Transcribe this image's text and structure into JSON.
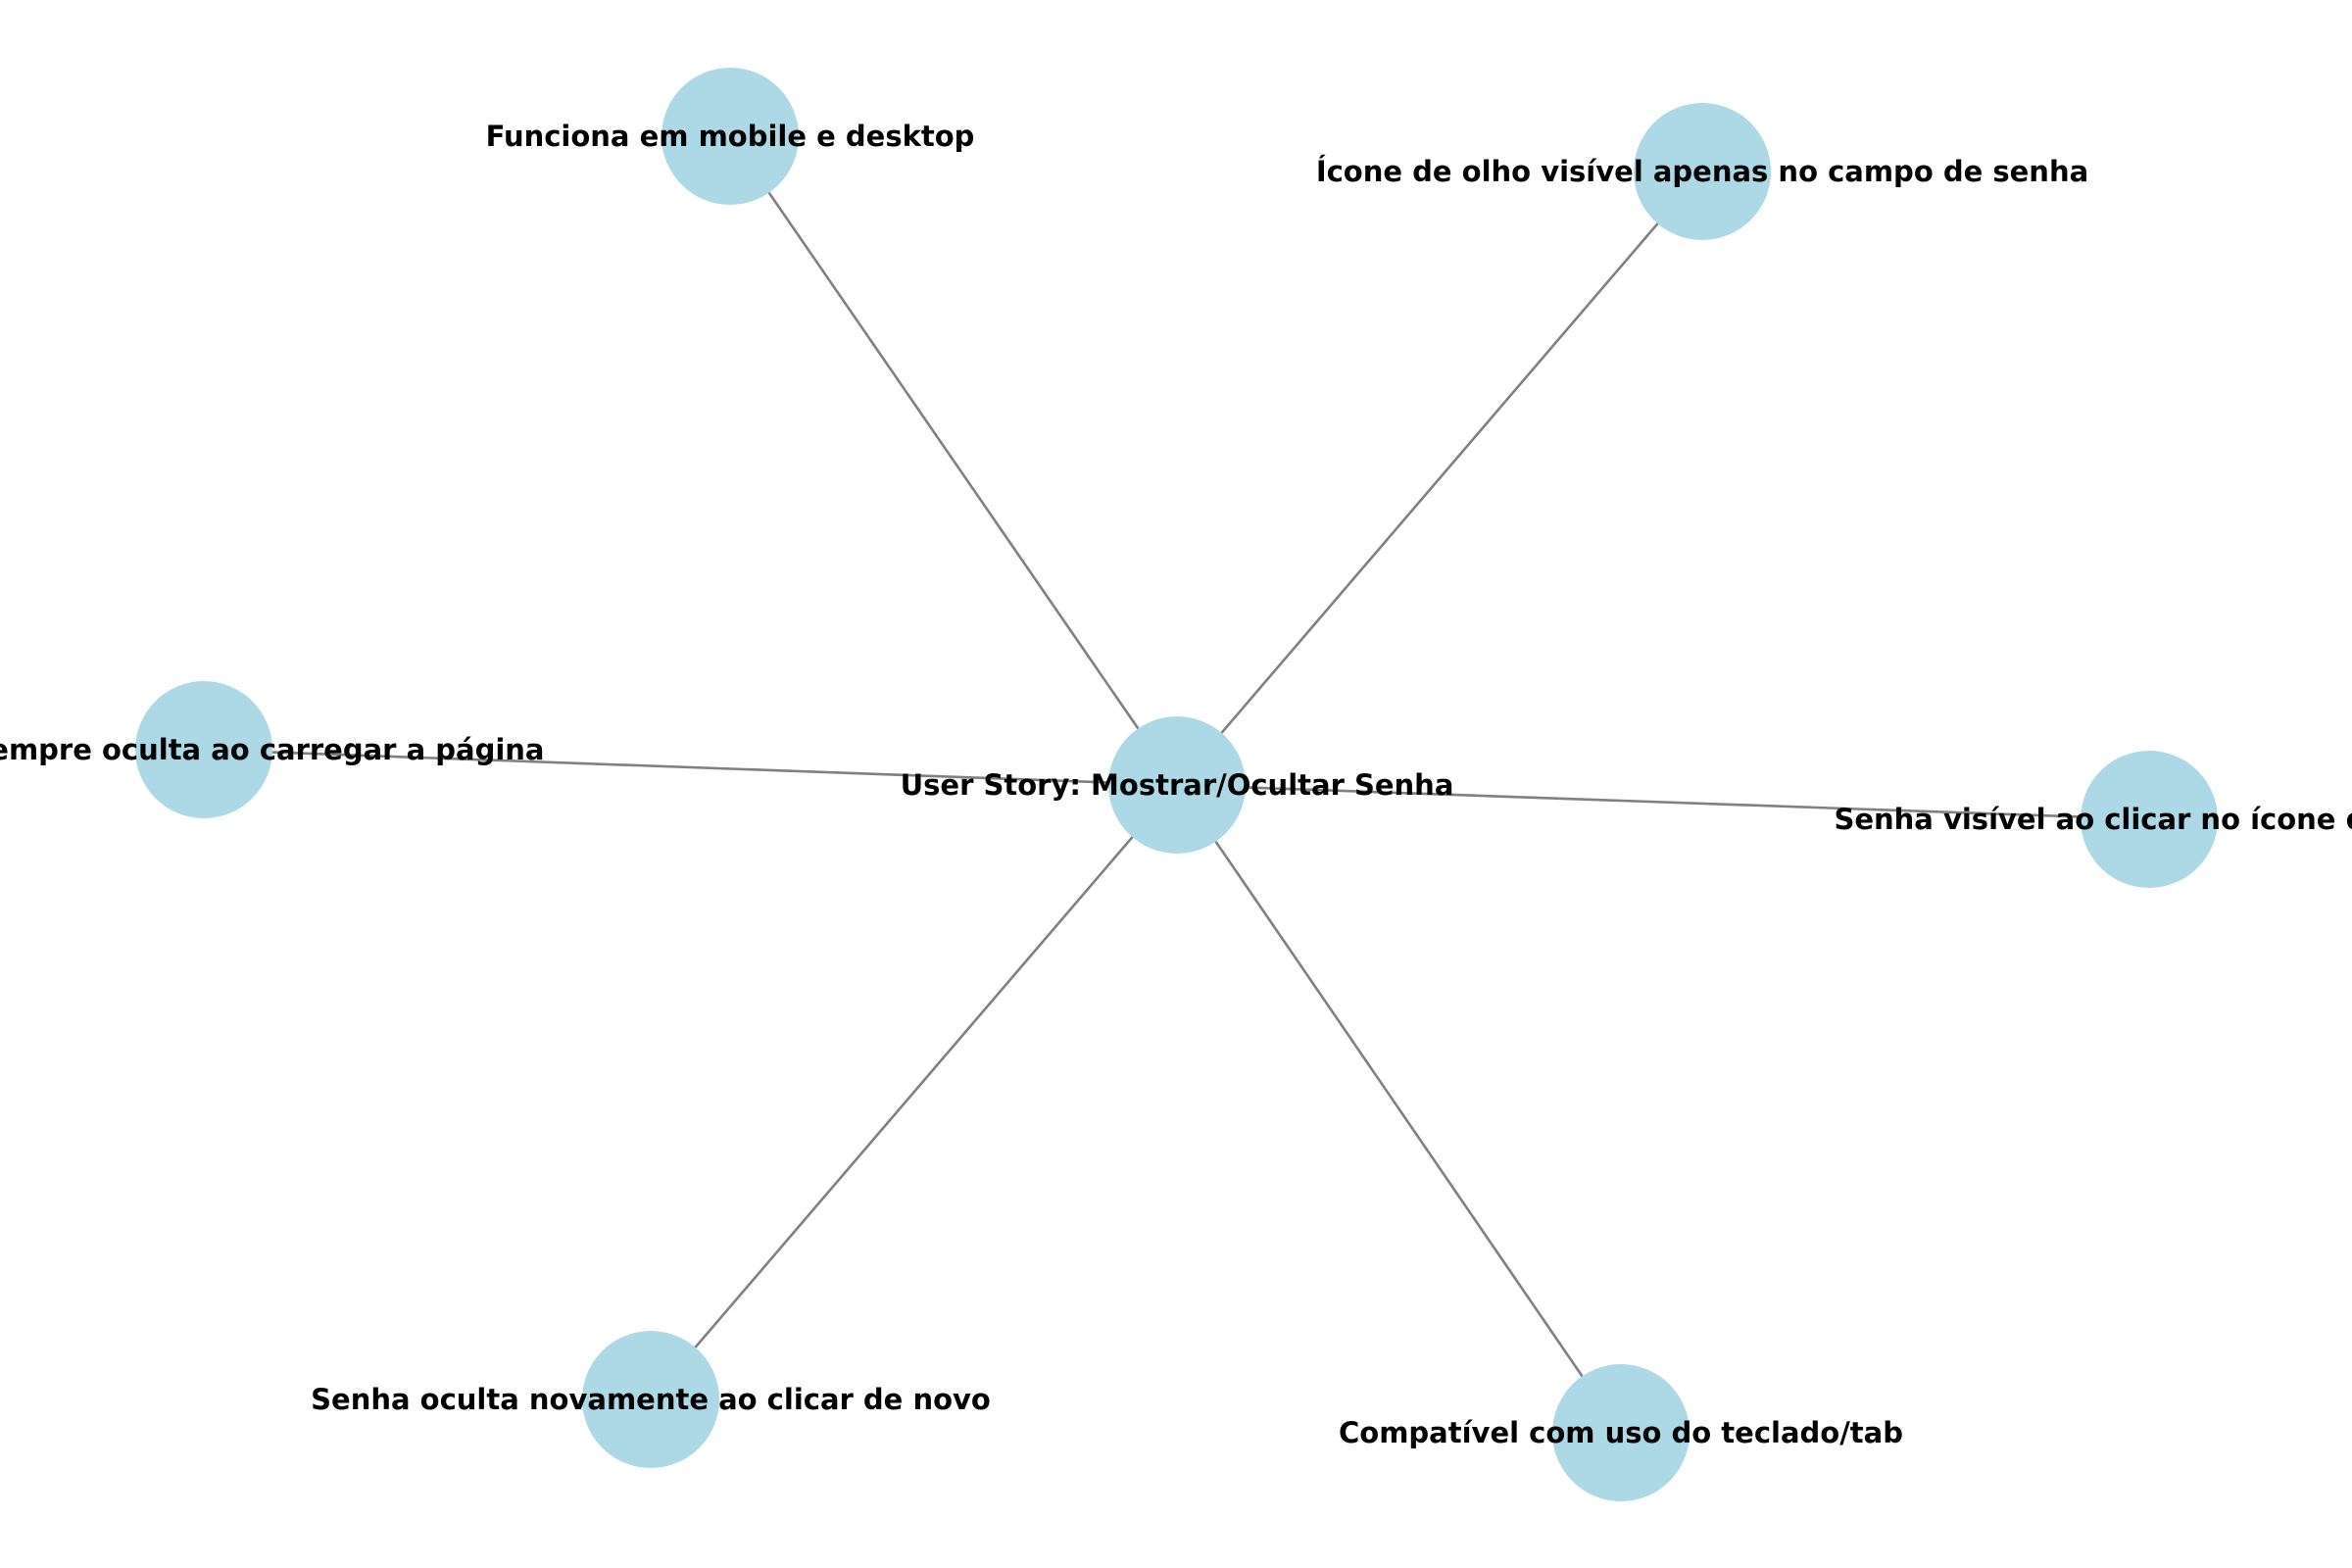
{
  "diagram": {
    "type": "network-graph",
    "colors": {
      "node_fill": "#add8e6",
      "edge": "#808080",
      "label": "#000000"
    },
    "center": {
      "id": "center",
      "label": "User Story: Mostrar/Ocultar Senha"
    },
    "nodes": [
      {
        "id": "mobile-desktop",
        "label": "Funciona em mobile e desktop"
      },
      {
        "id": "eye-icon",
        "label": "Ícone de olho visível apenas no campo de senha"
      },
      {
        "id": "hidden-on-load",
        "label": "Senha sempre oculta ao carregar a página"
      },
      {
        "id": "visible-on-click",
        "label": "Senha visível ao clicar no ícone de olho"
      },
      {
        "id": "hidden-again",
        "label": "Senha oculta novamente ao clicar de novo"
      },
      {
        "id": "keyboard-tab",
        "label": "Compatível com uso do teclado/tab"
      }
    ],
    "edges": [
      {
        "from": "center",
        "to": "mobile-desktop"
      },
      {
        "from": "center",
        "to": "eye-icon"
      },
      {
        "from": "center",
        "to": "hidden-on-load"
      },
      {
        "from": "center",
        "to": "visible-on-click"
      },
      {
        "from": "center",
        "to": "hidden-again"
      },
      {
        "from": "center",
        "to": "keyboard-tab"
      }
    ]
  }
}
